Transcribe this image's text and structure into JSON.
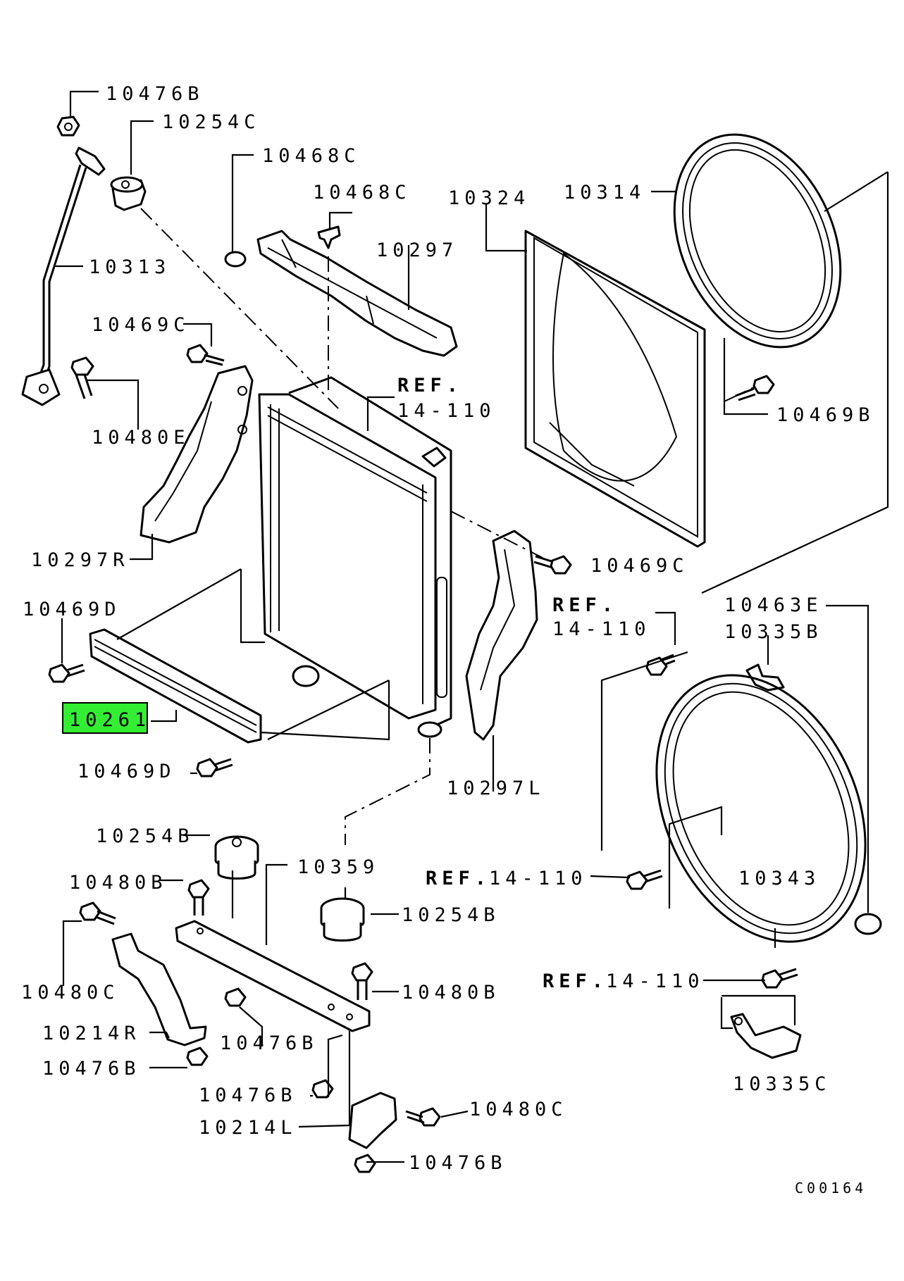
{
  "labels": {
    "l_10476B_top": "10476B",
    "l_10254C": "10254C",
    "l_10468C_a": "10468C",
    "l_10468C_b": "10468C",
    "l_10324": "10324",
    "l_10314": "10314",
    "l_10297": "10297",
    "l_10313": "10313",
    "l_10469C_a": "10469C",
    "l_10480E": "10480E",
    "l_ref_a1": "REF.",
    "l_ref_a2": "14-110",
    "l_10469B": "10469B",
    "l_10297R": "10297R",
    "l_10469C_b": "10469C",
    "l_10469D_a": "10469D",
    "l_ref_b1": "REF.",
    "l_ref_b2": "14-110",
    "l_10463E": "10463E",
    "l_10335B": "10335B",
    "l_10261": "10261",
    "l_10469D_b": "10469D",
    "l_10297L": "10297L",
    "l_10254B_a": "10254B",
    "l_10359": "10359",
    "l_10480B_a": "10480B",
    "l_ref_c1": "REF.",
    "l_ref_c2": "14-110",
    "l_10343": "10343",
    "l_10254B_b": "10254B",
    "l_10480C_a": "10480C",
    "l_ref_d1": "REF.",
    "l_ref_d2": "14-110",
    "l_10480B_b": "10480B",
    "l_10214R": "10214R",
    "l_10476B_a": "10476B",
    "l_10476B_b": "10476B",
    "l_10335C": "10335C",
    "l_10476B_c": "10476B",
    "l_10480C_b": "10480C",
    "l_10214L": "10214L",
    "l_10476B_d": "10476B",
    "l_c00164": "C00164"
  },
  "highlight": {
    "part": "10261",
    "color": "#33ee33"
  }
}
